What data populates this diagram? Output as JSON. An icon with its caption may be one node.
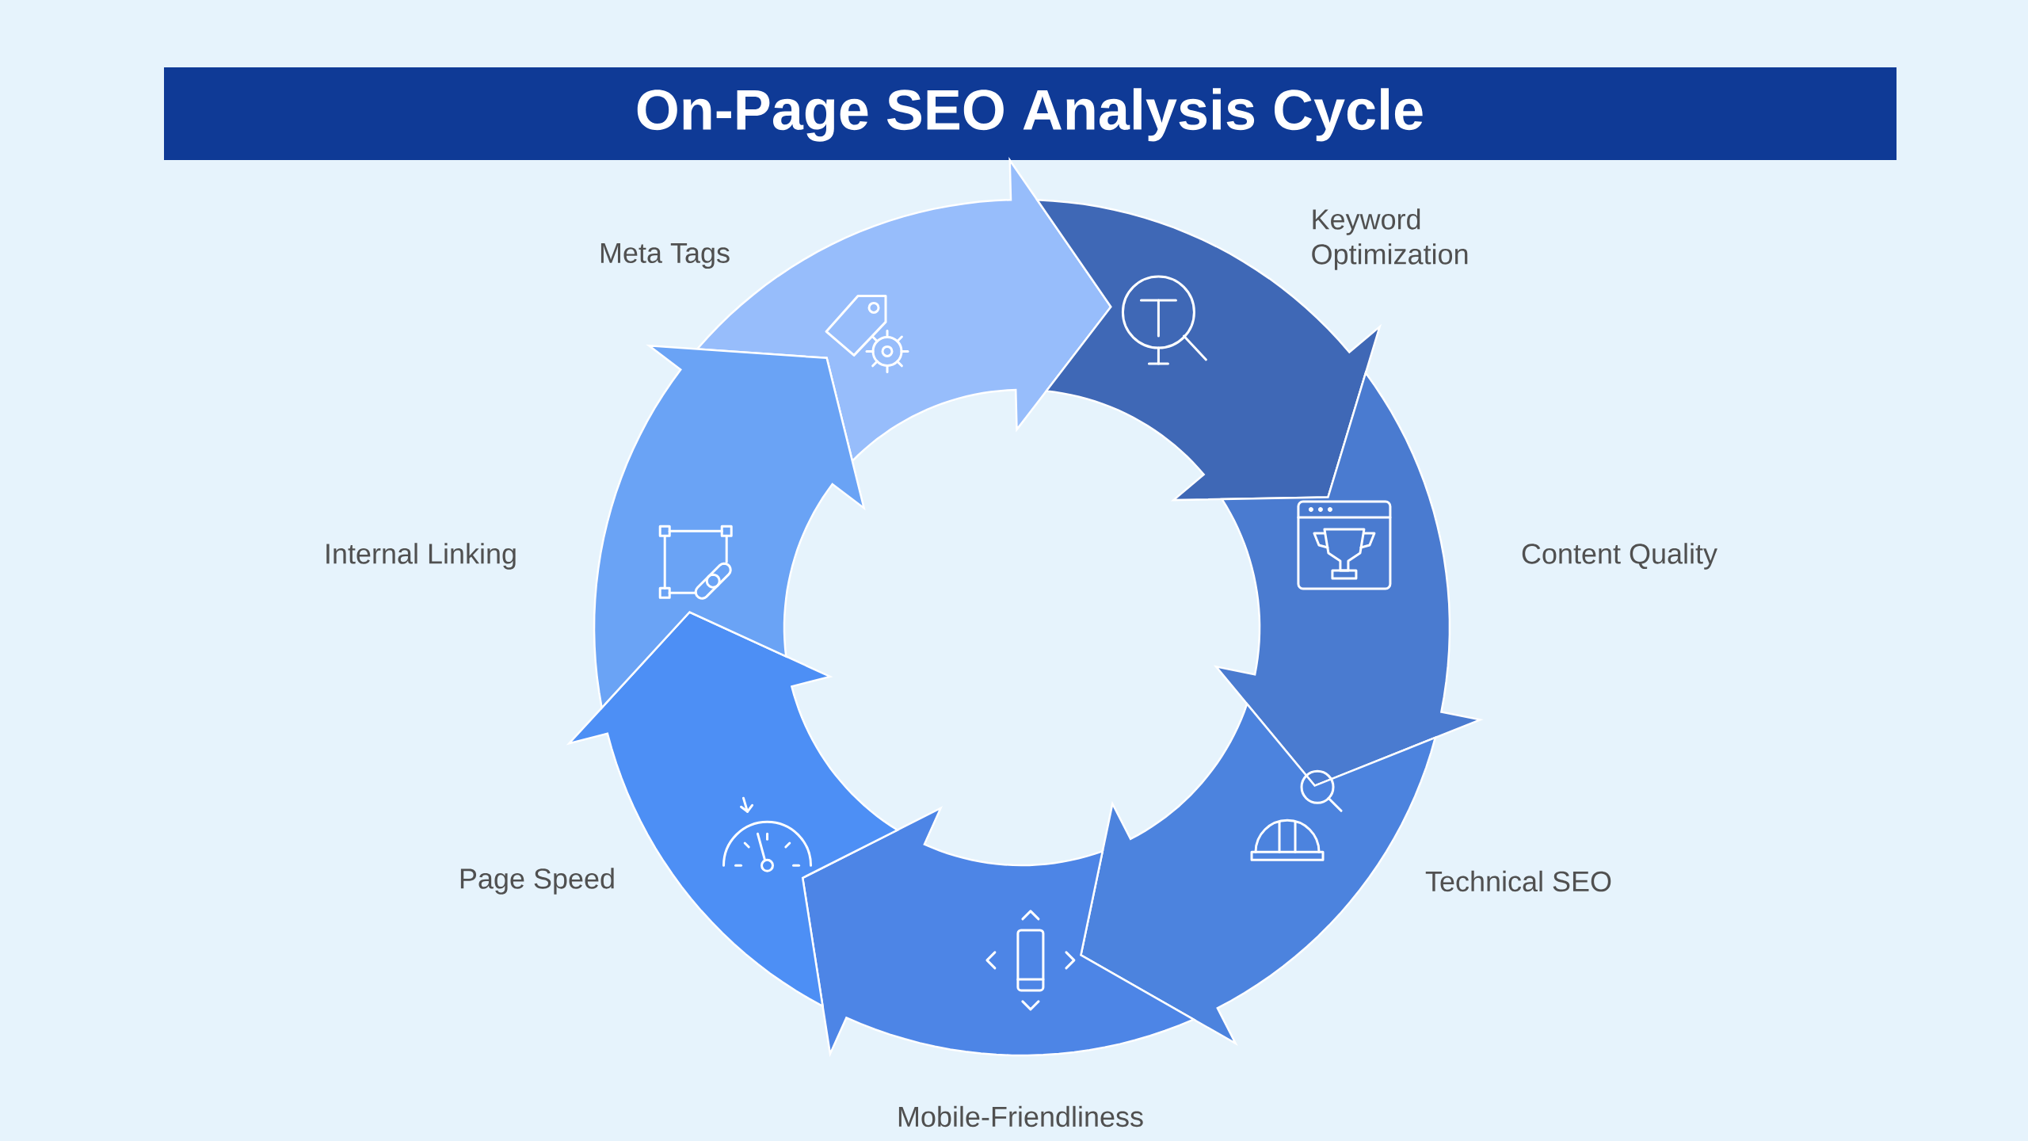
{
  "diagram": {
    "title": "On-Page SEO Analysis Cycle",
    "nodes": [
      {
        "text": [
          "Meta Tags"
        ]
      },
      {
        "text": [
          "Keyword Optimization"
        ]
      },
      {
        "text": [
          "Content Quality"
        ]
      },
      {
        "text": [
          "Technical SEO"
        ]
      },
      {
        "text": [
          "Mobile-Friendliness"
        ]
      },
      {
        "text": [
          "Page Speed"
        ]
      },
      {
        "text": [
          "Internal Linking"
        ]
      }
    ]
  }
}
